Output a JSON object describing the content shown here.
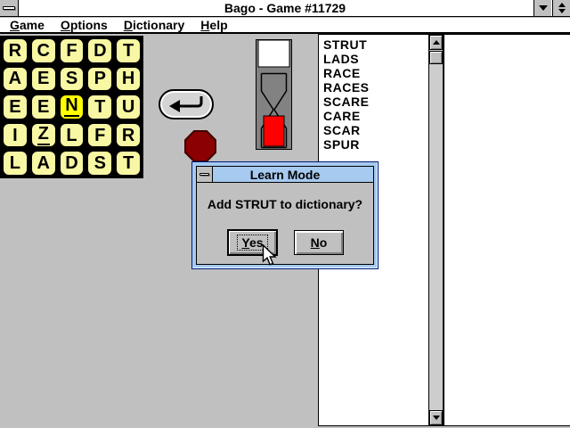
{
  "window": {
    "title": "Bago - Game #11729"
  },
  "menu": {
    "items": [
      {
        "label": "Game"
      },
      {
        "label": "Options"
      },
      {
        "label": "Dictionary"
      },
      {
        "label": "Help"
      }
    ]
  },
  "board": {
    "rows": 5,
    "cols": 5,
    "tiles": [
      {
        "ch": "R"
      },
      {
        "ch": "C"
      },
      {
        "ch": "F"
      },
      {
        "ch": "D"
      },
      {
        "ch": "T"
      },
      {
        "ch": "A"
      },
      {
        "ch": "E"
      },
      {
        "ch": "S"
      },
      {
        "ch": "P"
      },
      {
        "ch": "H"
      },
      {
        "ch": "E"
      },
      {
        "ch": "E"
      },
      {
        "ch": "N",
        "underline": true,
        "highlight": true
      },
      {
        "ch": "T"
      },
      {
        "ch": "U"
      },
      {
        "ch": "I"
      },
      {
        "ch": "Z",
        "underline": true
      },
      {
        "ch": "L"
      },
      {
        "ch": "F"
      },
      {
        "ch": "R"
      },
      {
        "ch": "L"
      },
      {
        "ch": "A"
      },
      {
        "ch": "D"
      },
      {
        "ch": "S"
      },
      {
        "ch": "T"
      }
    ]
  },
  "word_list": {
    "words": [
      "STRUT",
      "LADS",
      "RACE",
      "RACES",
      "SCARE",
      "CARE",
      "SCAR",
      "SPUR"
    ]
  },
  "dialog": {
    "title": "Learn Mode",
    "message": "Add STRUT to dictionary?",
    "yes_label": "Yes",
    "no_label": "No"
  },
  "icons": {
    "enter_button": "enter-return-icon",
    "stop_sign": "stop-octagon-icon",
    "timer": "hourglass-timer-icon"
  },
  "colors": {
    "window_bg": "#C0C0C0",
    "tile": "#F8F8A4",
    "tile_highlight": "#FFFF00",
    "board_bg": "#000000",
    "octagon": "#8B0000",
    "sand_red": "#FF0000",
    "dialog_frame": "#A6CAF0",
    "titlebar_bg": "#FFFFFF"
  }
}
